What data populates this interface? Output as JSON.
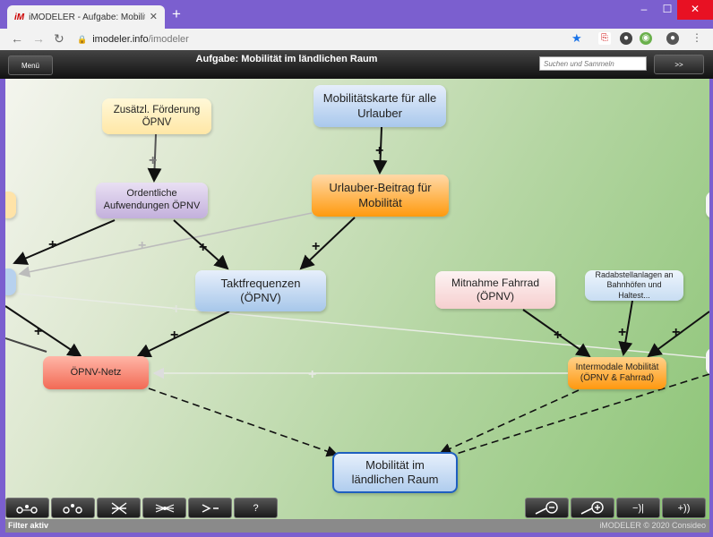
{
  "browser": {
    "tab_title": "iMODELER - Aufgabe: Mobilität i",
    "tab_favicon": "iM",
    "tab_close": "✕",
    "new_tab": "+",
    "url_host": "imodeler.info",
    "url_path": "/imodeler",
    "window_minimize": "–",
    "window_maximize": "☐",
    "window_close": "✕"
  },
  "header": {
    "menu_label": "Menü",
    "title": "Aufgabe: Mobilität im ländlichen Raum",
    "search_placeholder": "Suchen und Sammeln",
    "more_label": ">>"
  },
  "nodes": {
    "zusaetzl": "Zusätzl. Förderung ÖPNV",
    "karte": "Mobilitätskarte für alle Urlauber",
    "ordentliche": "Ordentliche Aufwendungen ÖPNV",
    "beitrag": "Urlauber-Beitrag für Mobilität",
    "takt": "Taktfrequenzen (ÖPNV)",
    "fahrrad": "Mitnahme Fahrrad (ÖPNV)",
    "radabstell": "Radabstellanlagen an Bahnhöfen und Haltest...",
    "netz": "ÖPNV-Netz",
    "intermodal": "Intermodale Mobilität (ÖPNV & Fahrrad)",
    "ziel": "Mobilität im ländlichen Raum"
  },
  "toolbar": {
    "help_label": "?",
    "zoom_prev": "−)|",
    "zoom_next": "+))"
  },
  "status": {
    "left": "Filter aktiv",
    "right": "iMODELER © 2020 Consideo"
  },
  "colors": {
    "accent_blue": "#1f5fbf",
    "orange": "#ff9900",
    "red": "#f26b55"
  }
}
